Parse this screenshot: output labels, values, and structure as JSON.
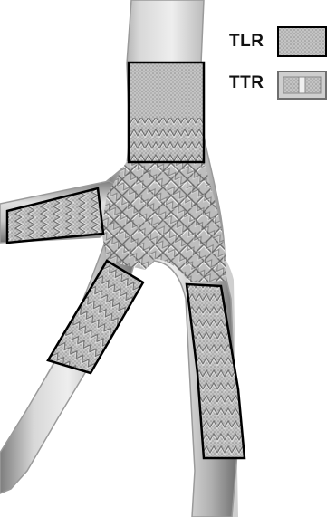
{
  "legend": {
    "items": [
      {
        "label": "TLR",
        "swatch": "dense-mesh"
      },
      {
        "label": "TTR",
        "swatch": "framed-mesh"
      }
    ]
  },
  "colors": {
    "vessel_outline": "#9a9a9a",
    "vessel_fill_light": "#e6e6e6",
    "vessel_fill_dark": "#8c8c8c",
    "region_border": "#000000",
    "mesh": "#b5b5b5"
  }
}
